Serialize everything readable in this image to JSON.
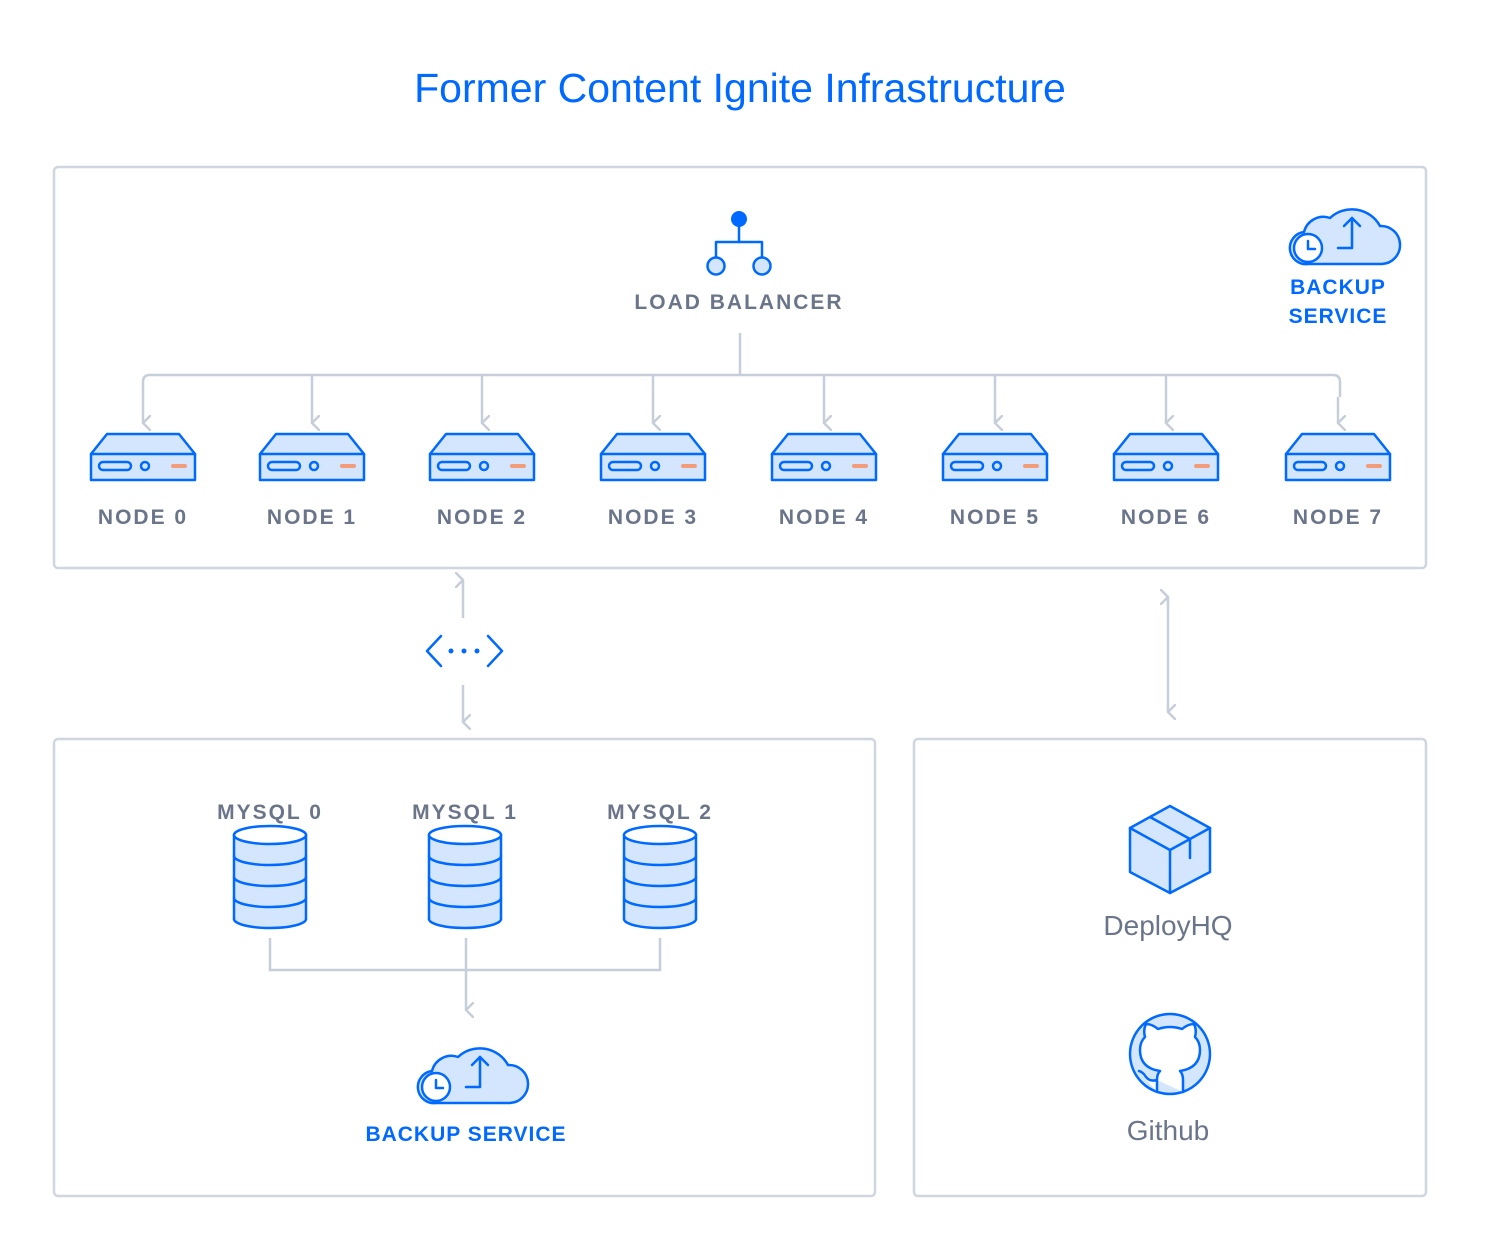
{
  "title": "Former Content Ignite Infrastructure",
  "load_balancer": {
    "label": "LOAD BALANCER",
    "icon": "load-balancer-icon"
  },
  "top_backup": {
    "line1": "BACKUP",
    "line2": "SERVICE",
    "icon": "cloud-backup-icon"
  },
  "nodes": [
    "NODE 0",
    "NODE 1",
    "NODE 2",
    "NODE 3",
    "NODE 4",
    "NODE 5",
    "NODE 6",
    "NODE 7"
  ],
  "private_network_icon": "private-network-icon",
  "databases": [
    "MYSQL 0",
    "MYSQL 1",
    "MYSQL 2"
  ],
  "db_backup": {
    "label": "BACKUP SERVICE",
    "icon": "cloud-backup-icon"
  },
  "deploy": {
    "label": "DeployHQ",
    "icon": "box-icon"
  },
  "github": {
    "label": "Github",
    "icon": "github-icon"
  },
  "colors": {
    "accent": "#0069ff",
    "text": "#6b7589",
    "line": "#c6ced9",
    "fill": "#d3e6fd",
    "led": "#f29c7a"
  }
}
